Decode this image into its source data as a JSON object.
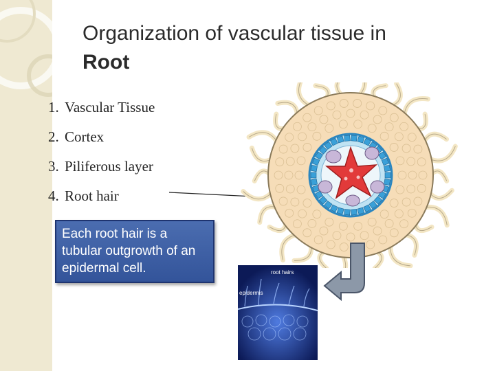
{
  "title": {
    "line1": "Organization of vascular tissue in",
    "line2": "Root"
  },
  "list": [
    {
      "num": "1.",
      "label": "Vascular Tissue"
    },
    {
      "num": "2.",
      "label": "Cortex"
    },
    {
      "num": "3.",
      "label": "Piliferous layer"
    },
    {
      "num": "4.",
      "label": "Root hair"
    }
  ],
  "callout": {
    "text": "Each root hair is a tubular outgrowth of an epidermal cell."
  },
  "photo": {
    "label_root_hairs": "root hairs",
    "label_epidermis": "epidermis"
  },
  "colors": {
    "callout_bg": "#3f5fa8",
    "cortex": "#f6ddb8",
    "stele_red": "#e23a3a",
    "endodermis_blue": "#3aa0d8"
  }
}
